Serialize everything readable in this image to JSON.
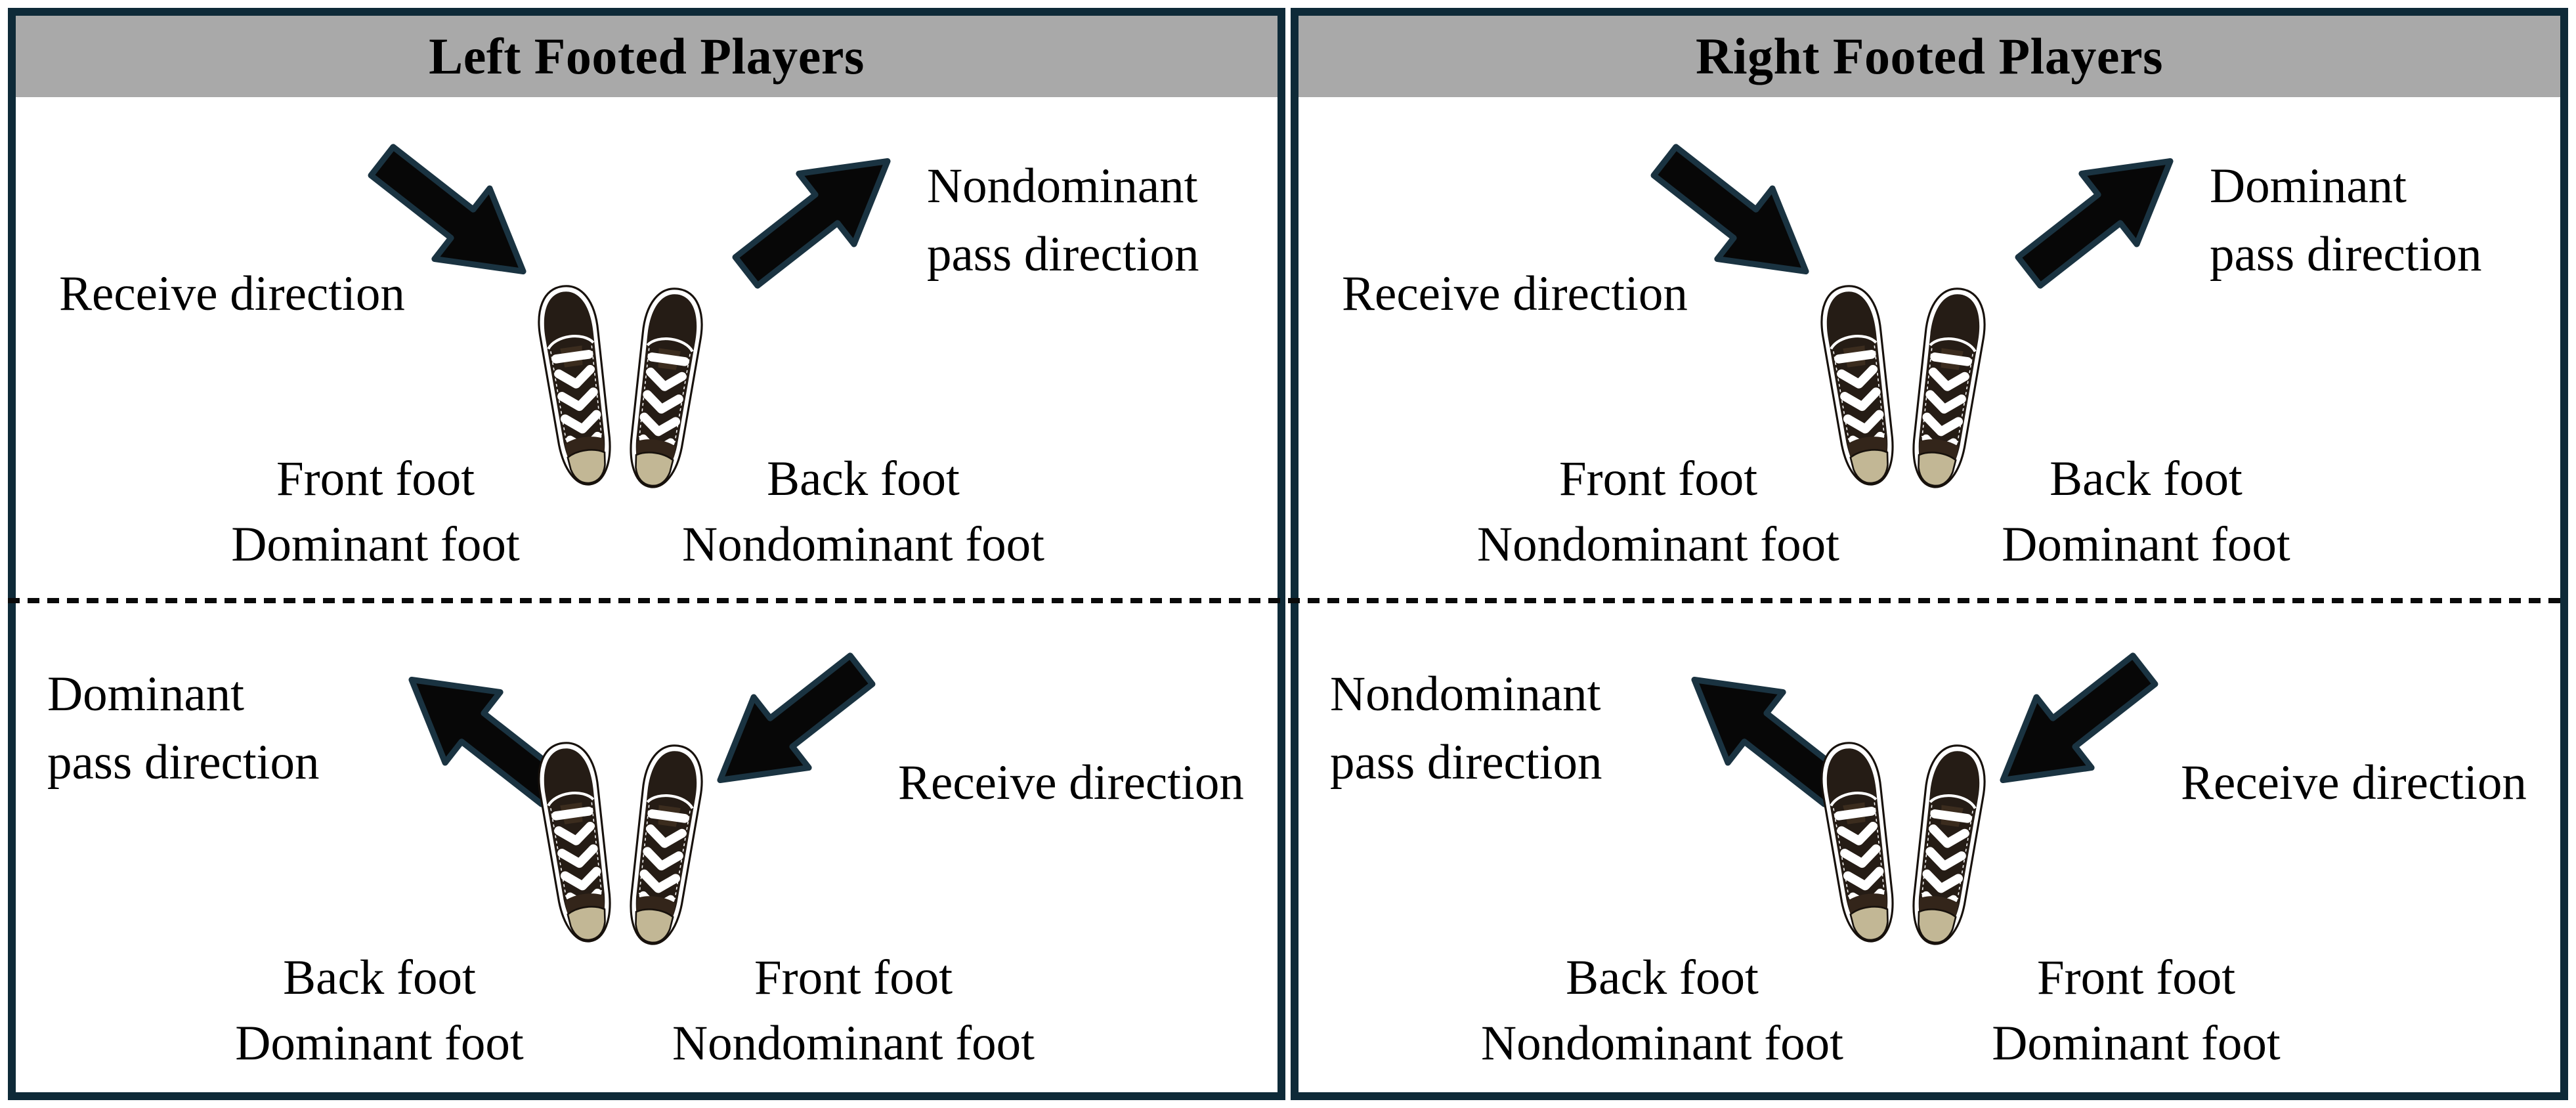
{
  "panels": [
    {
      "title": "Left Footed Players",
      "top": {
        "receive_label": "Receive direction",
        "pass_label_line1": "Nondominant",
        "pass_label_line2": "pass direction",
        "left_foot_line1": "Front foot",
        "left_foot_line2": "Dominant foot",
        "right_foot_line1": "Back foot",
        "right_foot_line2": "Nondominant foot"
      },
      "bottom": {
        "pass_label_line1": "Dominant",
        "pass_label_line2": "pass direction",
        "receive_label": "Receive direction",
        "left_foot_line1": "Back foot",
        "left_foot_line2": "Dominant foot",
        "right_foot_line1": "Front foot",
        "right_foot_line2": "Nondominant foot"
      }
    },
    {
      "title": "Right Footed Players",
      "top": {
        "receive_label": "Receive direction",
        "pass_label_line1": "Dominant",
        "pass_label_line2": "pass direction",
        "left_foot_line1": "Front foot",
        "left_foot_line2": "Nondominant foot",
        "right_foot_line1": "Back foot",
        "right_foot_line2": "Dominant foot"
      },
      "bottom": {
        "pass_label_line1": "Nondominant",
        "pass_label_line2": "pass direction",
        "receive_label": "Receive direction",
        "left_foot_line1": "Back foot",
        "left_foot_line2": "Nondominant foot",
        "right_foot_line1": "Front foot",
        "right_foot_line2": "Dominant foot"
      }
    }
  ],
  "icons": {
    "receive_arrow": "thick-black-arrow",
    "pass_arrow": "thick-black-arrow",
    "shoe": "top-view-sneaker"
  },
  "colors": {
    "background": "#ffffff",
    "border": "#0e2a38",
    "header_bg": "#a9a9a9",
    "text": "#000000",
    "arrow_fill": "#070707",
    "arrow_outline": "#1a3341",
    "shoe_dark": "#251c15",
    "shoe_heel": "#c2b795",
    "lace": "#ffffff",
    "divider": "#0a0a0a"
  }
}
